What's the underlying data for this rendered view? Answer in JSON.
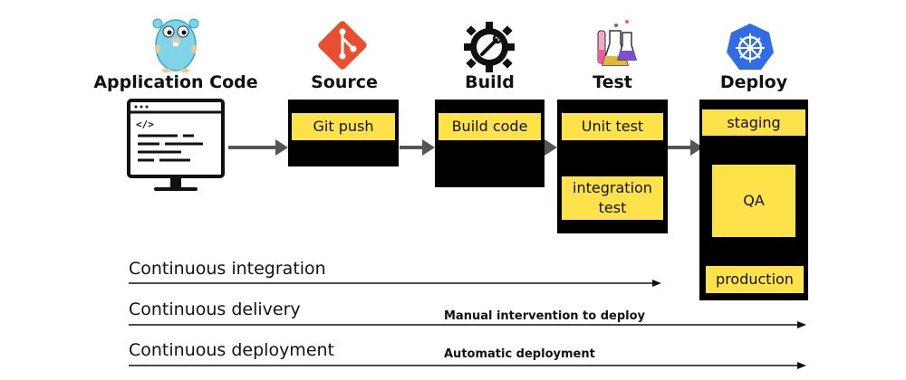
{
  "stages": {
    "app": {
      "title": "Application Code",
      "icon": "gopher-mascot-icon"
    },
    "source": {
      "title": "Source",
      "icon": "git-logo-icon",
      "items": [
        "Git push"
      ]
    },
    "build": {
      "title": "Build",
      "icon": "gear-wrench-icon",
      "items": [
        "Build code"
      ]
    },
    "test": {
      "title": "Test",
      "icon": "lab-flasks-icon",
      "items": [
        "Unit test",
        "integration test"
      ]
    },
    "deploy": {
      "title": "Deploy",
      "icon": "kubernetes-helm-icon",
      "items": [
        "staging",
        "QA",
        "production"
      ]
    }
  },
  "monitor_icon": "code-monitor-icon",
  "tracks": [
    {
      "label": "Continuous integration",
      "note": ""
    },
    {
      "label": "Continuous delivery",
      "note": "Manual intervention to deploy"
    },
    {
      "label": "Continuous deployment",
      "note": "Automatic deployment"
    }
  ],
  "colors": {
    "accent_yellow": "#fde24a",
    "box_black": "#000000",
    "arrow_gray": "#555555",
    "git_red": "#e94e31",
    "k8s_blue": "#326ce5",
    "gopher_blue": "#7fd4e8"
  }
}
